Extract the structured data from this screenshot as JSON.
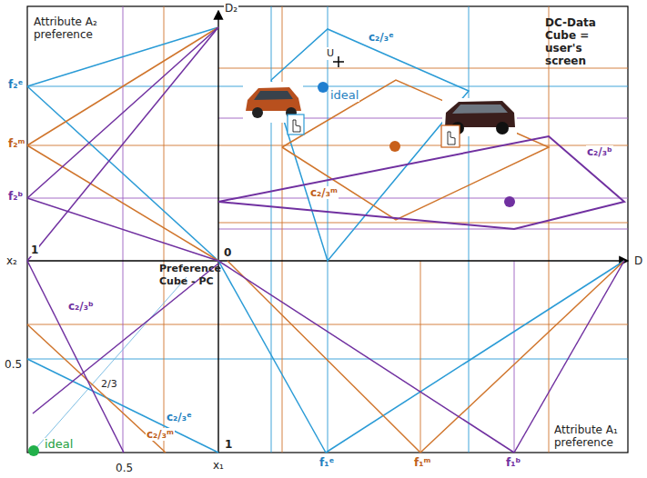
{
  "diagram": {
    "labels": [
      "Attribute A₂ preference",
      "D₂",
      "DC-Data Cube = user's screen",
      "U",
      "ideal",
      "c₂/₃ᵉ",
      "c₂/₃ᵐ",
      "c₂/₃ᵇ",
      "f₂ᵉ",
      "f₂ᵐ",
      "f₂ᵇ",
      "1",
      "x₂",
      "0",
      "Preference Cube - PC",
      "D",
      "c₂/₃ᵇ",
      "0.5",
      "2/3",
      "c₂/₃ᵉ",
      "c₂/₃ᵐ",
      "ideal",
      "1",
      "0.5",
      "x₁",
      "f₁ᵉ",
      "f₁ᵐ",
      "f₁ᵇ",
      "Attribute A₁ preference"
    ]
  }
}
